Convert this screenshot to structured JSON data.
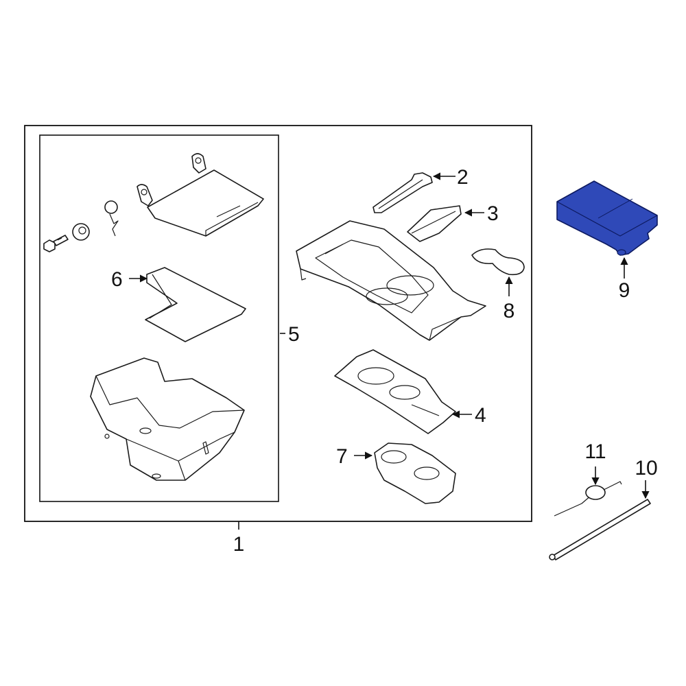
{
  "diagram": {
    "highlight_color": "#2f49b8",
    "outline_color": "#1a1a1a",
    "callouts": {
      "c1": "1",
      "c2": "2",
      "c3": "3",
      "c4": "4",
      "c5": "5",
      "c6": "6",
      "c7": "7",
      "c8": "8",
      "c9": "9",
      "c10": "10",
      "c11": "11"
    }
  }
}
